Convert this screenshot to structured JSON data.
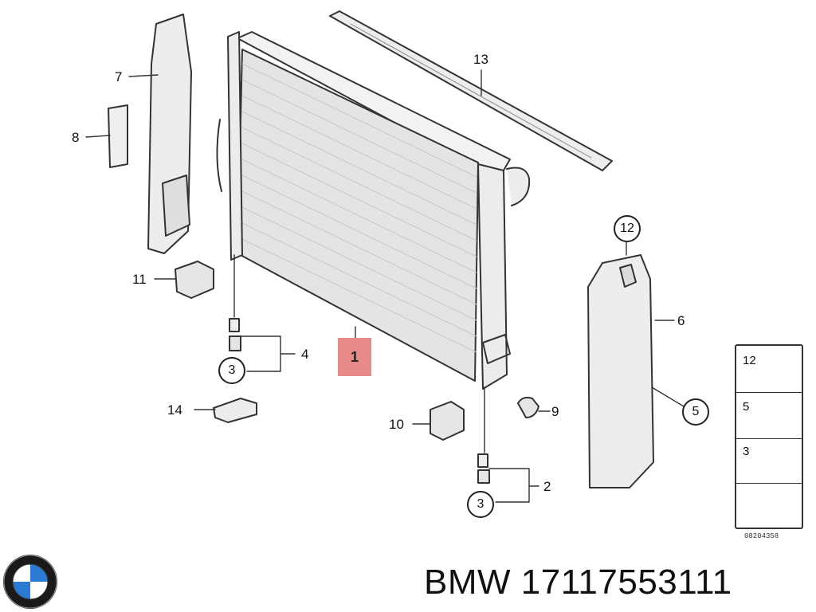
{
  "diagram": {
    "callouts": [
      "7",
      "8",
      "13",
      "11",
      "4",
      "1",
      "14",
      "10",
      "9",
      "2",
      "6",
      "5",
      "12",
      "3"
    ],
    "legend": {
      "rows": [
        "12",
        "5",
        "3"
      ],
      "reference_code": "08204358"
    }
  },
  "footer": {
    "brand_text": "BMW 17117553111",
    "logo": "bmw-roundel-logo"
  },
  "colors": {
    "highlight_box": "#e98a8a",
    "line_art": "#333333"
  }
}
